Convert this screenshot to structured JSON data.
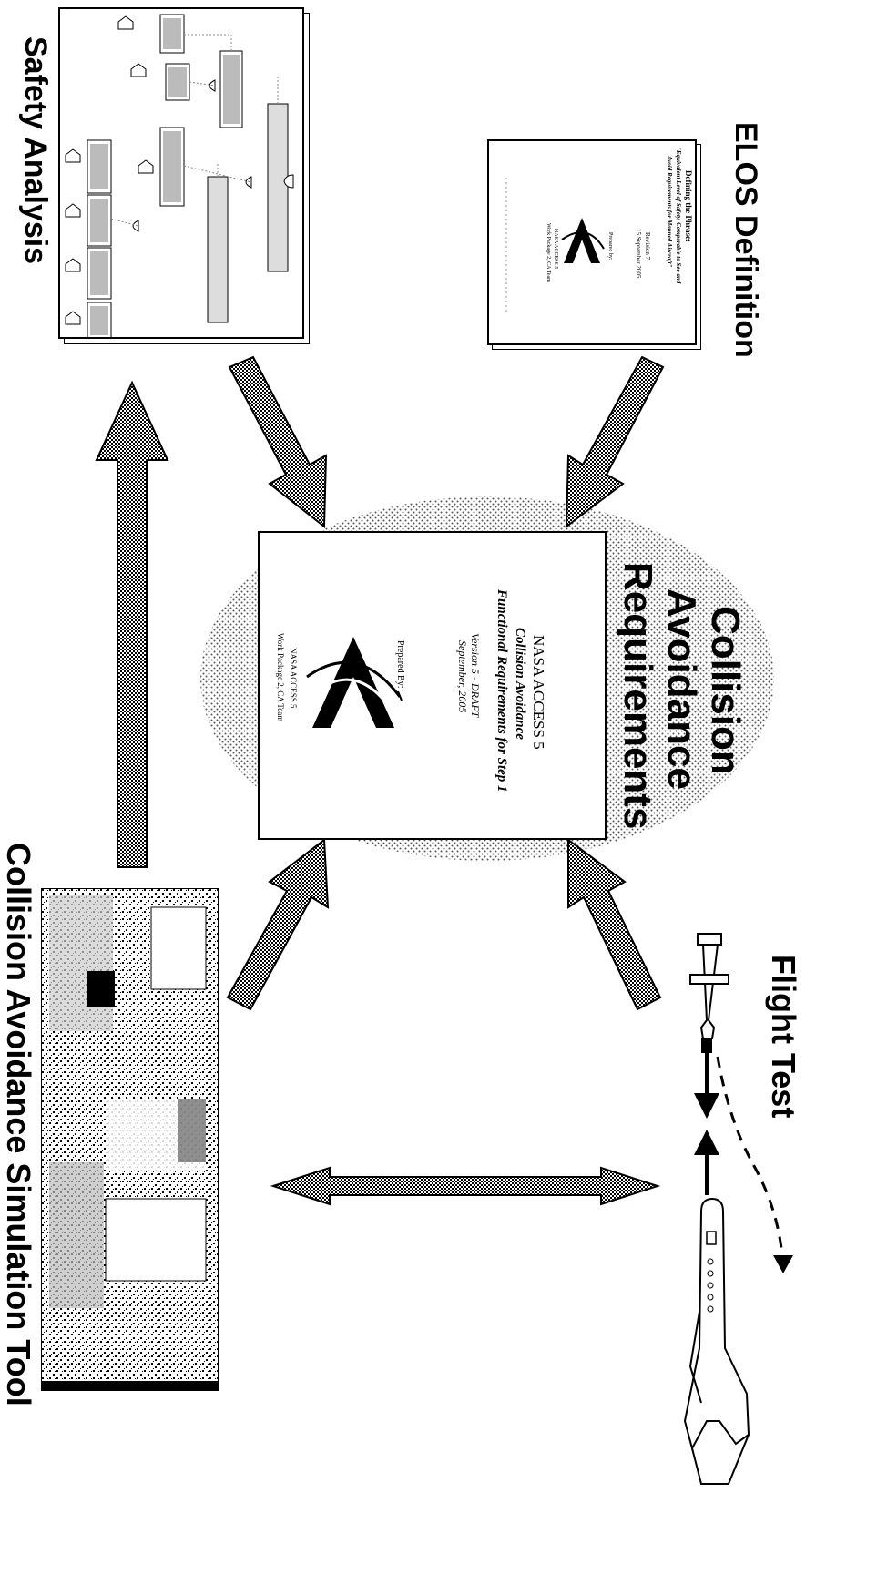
{
  "labels": {
    "safety_analysis": "Safety Analysis",
    "elos_definition": "ELOS Definition",
    "collision_requirements_line1": "Collision",
    "collision_requirements_line2": "Avoidance",
    "collision_requirements_line3": "Requirements",
    "simulation_tool": "Collision Avoidance  Simulation Tool",
    "flight_test": "Flight Test"
  },
  "central_document": {
    "org": "NASA ACCESS 5",
    "title_line1": "Collision Avoidance",
    "title_line2": "Functional Requirements for Step 1",
    "version": "Version 5 - DRAFT",
    "date": "September, 2005",
    "prepared_by": "Prepared By:",
    "footer_line1": "NASA ACCESS 5",
    "footer_line2": "Work Package 2, CA Team"
  },
  "elos_document": {
    "title_line1": "Defining the Phrase:",
    "title_line2": "\"Equivalent Level of Safety, Comparable to See and",
    "title_line3": "Avoid Requirements for Manned Aircraft\"",
    "version": "Revision 7",
    "date": "15 September 2005",
    "prepared_by": "Prepared by:",
    "footer_line1": "NASA ACCESS 5",
    "footer_line2": "Work Package 2, CA Team"
  },
  "colors": {
    "ink": "#000000",
    "paper": "#ffffff",
    "halftone": "#9a9a9a"
  }
}
